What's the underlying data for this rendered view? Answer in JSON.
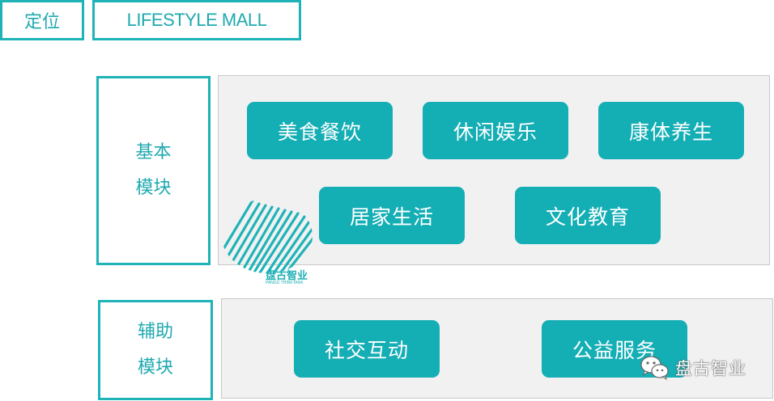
{
  "header": {
    "positioning_label": "定位",
    "positioning_value": "LIFESTYLE MALL"
  },
  "basic_module": {
    "label_line1": "基本",
    "label_line2": "模块",
    "items": [
      "美食餐饮",
      "休闲娱乐",
      "康体养生",
      "居家生活",
      "文化教育"
    ]
  },
  "aux_module": {
    "label_line1": "辅助",
    "label_line2": "模块",
    "items": [
      "社交互动",
      "公益服务"
    ]
  },
  "logo": {
    "name_cn": "盘古智业",
    "name_en": "PANGU THINKTANK"
  },
  "watermark": {
    "text": "盘古智业",
    "icon": "wechat-icon"
  },
  "colors": {
    "accent": "#14aeb5",
    "outline": "#1fb3b8",
    "panel_bg": "#f1f1f1"
  }
}
